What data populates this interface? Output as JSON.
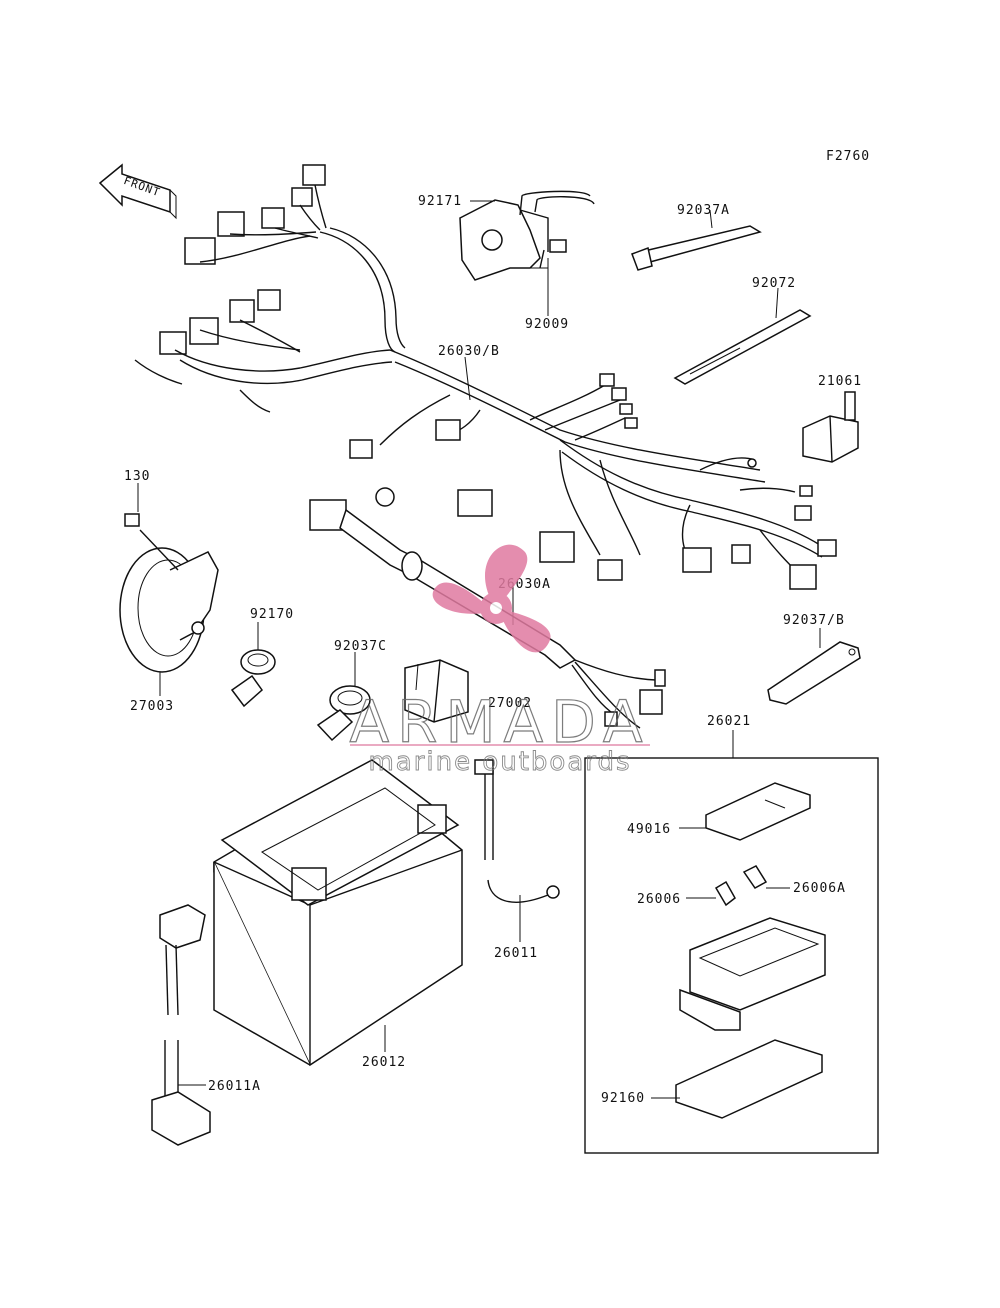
{
  "diagram": {
    "figure_code": "F2760",
    "front_label": "FRONT",
    "parts": {
      "p92171": "92171",
      "p92037A": "92037A",
      "p92072": "92072",
      "p21061": "21061",
      "p92009": "92009",
      "p26030B": "26030/B",
      "p130": "130",
      "p26030A": "26030A",
      "p92170": "92170",
      "p92037C": "92037C",
      "p27002": "27002",
      "p27003": "27003",
      "p92037B": "92037/B",
      "p26021": "26021",
      "p49016": "49016",
      "p26006": "26006",
      "p26006A": "26006A",
      "p26011": "26011",
      "p26012": "26012",
      "p26011A": "26011A",
      "p92160": "92160"
    }
  },
  "watermark": {
    "brand": "ARMADA",
    "tagline": "marine outboards",
    "color": "#e07aa0"
  }
}
